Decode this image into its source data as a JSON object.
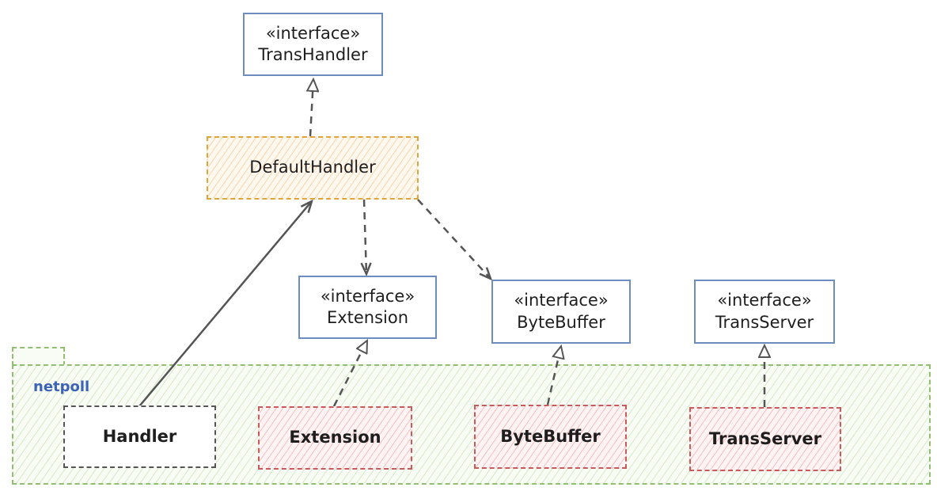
{
  "package": {
    "label": "netpoll"
  },
  "interfaces": {
    "trans_handler": {
      "stereotype": "«interface»",
      "name": "TransHandler"
    },
    "extension": {
      "stereotype": "«interface»",
      "name": "Extension"
    },
    "byte_buffer": {
      "stereotype": "«interface»",
      "name": "ByteBuffer"
    },
    "trans_server": {
      "stereotype": "«interface»",
      "name": "TransServer"
    }
  },
  "classes": {
    "default_handler": "DefaultHandler",
    "handler": "Handler",
    "extension": "Extension",
    "byte_buffer": "ByteBuffer",
    "trans_server": "TransServer"
  },
  "colors": {
    "interface_border": "#6c8ebf",
    "default_handler_fill": "#f0aa5a",
    "netpoll_impl_fill": "#eb8c8c",
    "package_fill": "#96c878",
    "package_label": "#3d63b8",
    "connector": "#555555"
  }
}
